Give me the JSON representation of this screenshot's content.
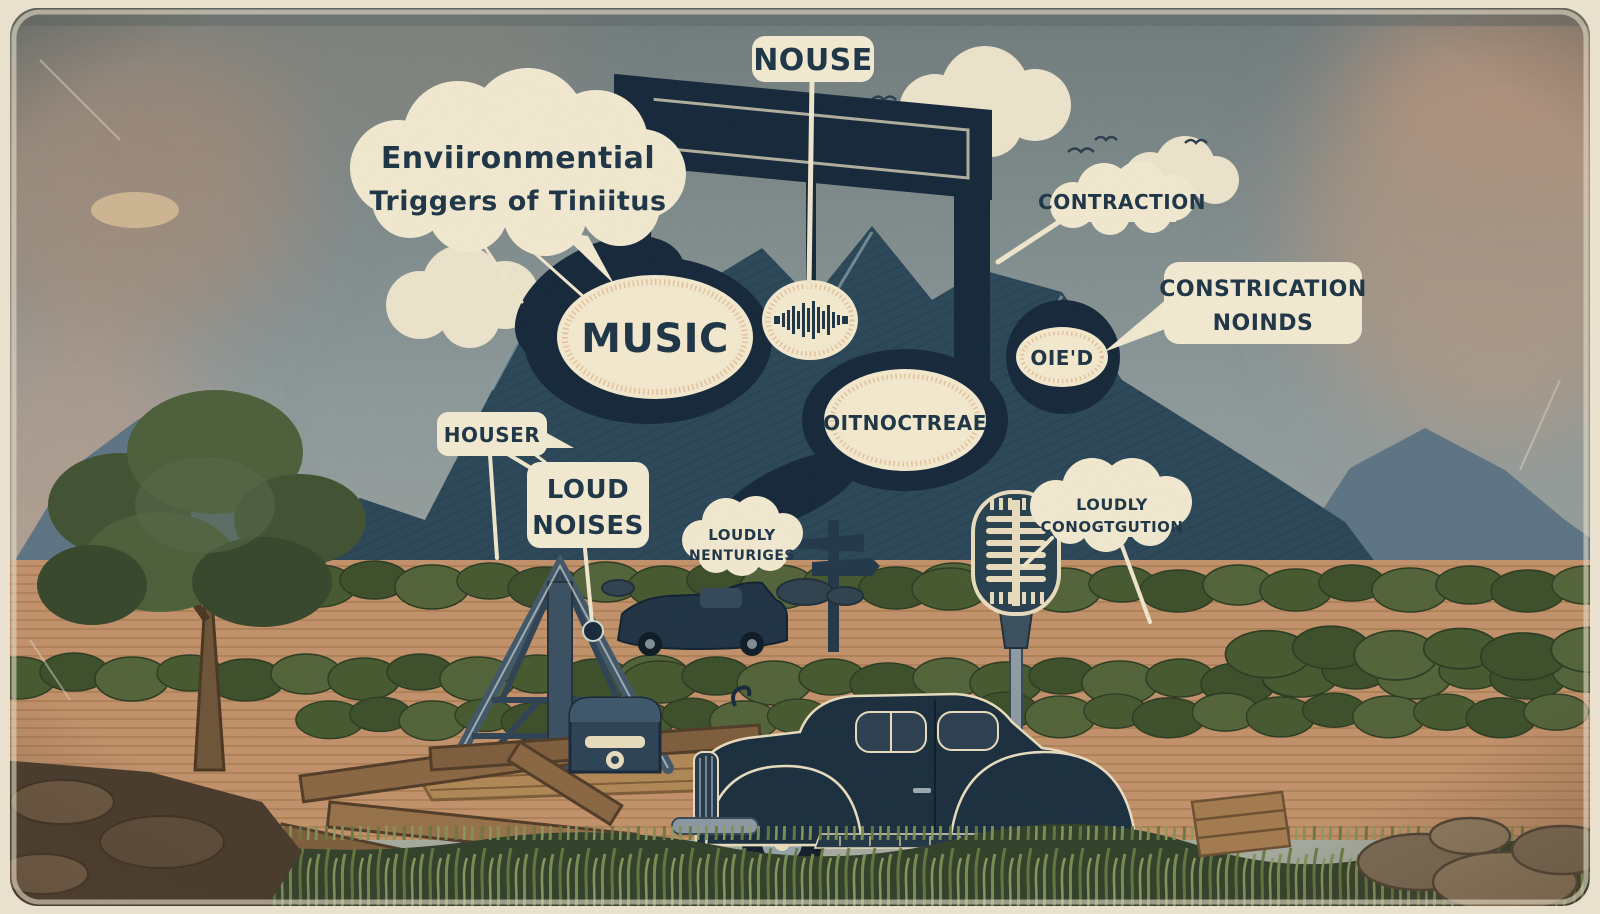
{
  "scene_type": "vintage illustrated infographic about tinnitus triggers",
  "title": {
    "line1": "Enviironmential",
    "line2": "Triggers of Tiniitus"
  },
  "callouts": {
    "nouse": {
      "label": "NOUSE"
    },
    "contraction": {
      "label": "CONTRACTION"
    },
    "constrication_noinds": {
      "line1": "CONSTRICATION",
      "line2": "NOINDS"
    },
    "houser": {
      "label": "HOUSER"
    },
    "loud_noises": {
      "line1": "LOUD",
      "line2": "NOISES"
    },
    "loudly_nenturiges": {
      "line1": "LOUDLY",
      "line2": "NENTURIGES"
    },
    "loudly_conogtgution": {
      "line1": "LOUDLY",
      "line2": "CONOGTGUTION"
    }
  },
  "note_labels": {
    "music": "MUSIC",
    "oitnoctreae": "OITNOCTREAE",
    "oied": "OIE'D"
  },
  "icons": {
    "soundwave": "waveform-bars",
    "microphone": "vintage-pill-mic",
    "musical_note": "beamed-eighth-notes",
    "speaker": "field-speaker-box",
    "car": "vintage-coupe",
    "signpost": "double-arrow-sign"
  },
  "colors": {
    "sky": "#8d999a",
    "sky_warm": "#c99d7e",
    "mountain_dark": "#2b4758",
    "mountain_far": "#5d7484",
    "note_dark": "#15283a",
    "field": "#c2916b",
    "field_row": "#aa7e53",
    "bush": "#46592f",
    "label_bg": "#f2e9d1",
    "label_text": "#1d3547",
    "grass_dark": "#31402a",
    "car_body": "#1a2e3e",
    "wood": "#8a6743",
    "paper": "#e9e1ce"
  }
}
